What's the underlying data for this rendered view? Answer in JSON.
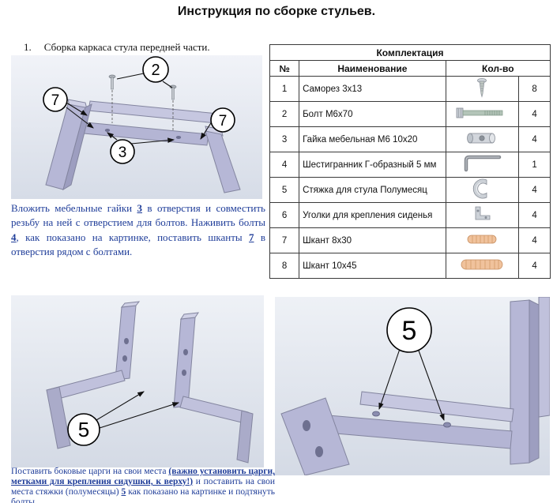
{
  "title": "Инструкция по сборке стульев.",
  "step1": {
    "number": "1.",
    "label": "Сборка каркаса стула передней части."
  },
  "paragraph1": {
    "segments": [
      {
        "text": "Вложить мебельные гайки "
      },
      {
        "text": "3"
      },
      {
        "text": " в отверстия и совместить резьбу на ней с отверстием для болтов. Наживить болты "
      },
      {
        "text": "4"
      },
      {
        "text": ", как показано на картинке, поставить шканты "
      },
      {
        "text": "7"
      },
      {
        "text": " в отверстия рядом с болтами."
      }
    ]
  },
  "paragraph2": {
    "segments": [
      {
        "text": "Поставить боковые царги на свои места "
      },
      {
        "text": "(важно установить царги, метками для крепления сидушки, к верху!)"
      },
      {
        "text": " и поставить на свои места стяжки (полумесяцы) "
      },
      {
        "text": "5"
      },
      {
        "text": " как показано на картинке и подтянуть болты."
      }
    ]
  },
  "table": {
    "title": "Комплектация",
    "headers": {
      "num": "№",
      "name": "Наименование",
      "qty": "Кол-во"
    },
    "rows": [
      {
        "num": "1",
        "name": "Саморез 3х13",
        "icon": "screw-icon",
        "qty": "8"
      },
      {
        "num": "2",
        "name": "Болт  М6х70",
        "icon": "bolt-icon",
        "qty": "4"
      },
      {
        "num": "3",
        "name": "Гайка мебельная М6 10х20",
        "icon": "barrel-nut-icon",
        "qty": "4"
      },
      {
        "num": "4",
        "name": "Шестигранник Г-образный 5 мм",
        "icon": "hex-key-icon",
        "qty": "1"
      },
      {
        "num": "5",
        "name": "Стяжка для стула Полумесяц",
        "icon": "half-moon-bracket-icon",
        "qty": "4"
      },
      {
        "num": "6",
        "name": "Уголки для крепления сиденья",
        "icon": "corner-bracket-icon",
        "qty": "4"
      },
      {
        "num": "7",
        "name": "Шкант 8х30",
        "icon": "dowel-icon",
        "qty": "4"
      },
      {
        "num": "8",
        "name": "Шкант 10х45",
        "icon": "dowel-icon",
        "qty": "4"
      }
    ]
  },
  "diagram_top": {
    "callouts": {
      "c2": "2",
      "c7a": "7",
      "c3": "3",
      "c7b": "7"
    }
  },
  "diagram_bottom_left": {
    "callout": "5"
  },
  "diagram_bottom_right": {
    "callout": "5"
  },
  "colors": {
    "note_text": "#1f3d99",
    "part_fill": "#b6b7d6",
    "part_fill_light": "#d0d1e6",
    "part_fill_dark": "#9d9ec0",
    "diagram_bg_top": "#f1f3f8",
    "diagram_bg_bottom": "#d6dce7",
    "dowel_fill": "#f0c29c"
  }
}
